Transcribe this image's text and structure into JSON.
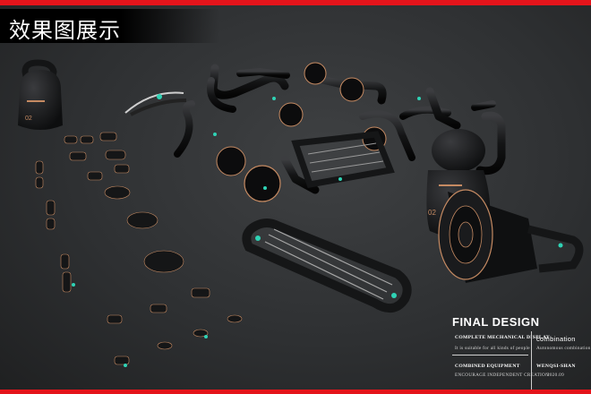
{
  "header": {
    "title": "效果图展示",
    "accent_color": "#e4141b"
  },
  "caption": {
    "heading": "FINAL DESIGN",
    "subheading": "COMPLETE MECHANICAL DISPLAY",
    "suitability": "It is suitable for all kinds of people",
    "combination_word": "combination",
    "combination_sub": "Autonomous combination",
    "combined_equipment": "COMBINED EQUIPMENT",
    "encourage": "ENCOURAGE INDEPENDENT CREATION",
    "author": "WENQSI-SHAN",
    "date": "2020.09"
  },
  "product": {
    "body_color": "#17181a",
    "trim_color": "#c58a62",
    "light_color": "#2fd3b5",
    "labels": [
      "02",
      "02"
    ]
  }
}
